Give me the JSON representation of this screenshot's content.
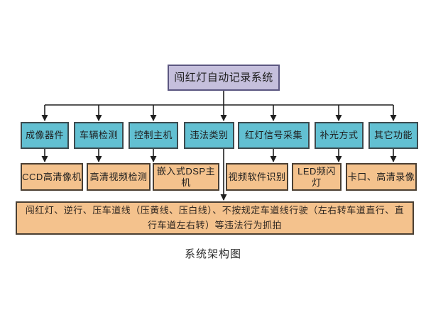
{
  "diagram": {
    "caption": "系统架构图",
    "root": "闯红灯自动记录系统",
    "level2": [
      "成像器件",
      "车辆检测",
      "控制主机",
      "违法类别",
      "红灯信号采集",
      "补光方式",
      "其它功能"
    ],
    "level3": [
      "CCD高清像机",
      "高清视频检测",
      "嵌入式DSP主机",
      "视频软件识别",
      "LED频闪灯",
      "卡口、高清录像"
    ],
    "bottom": "闯红灯、逆行、压车道线（压黄线、压白线）、不按规定车道线行驶（左右转车道直行、直行车道左右转）等违法行为抓拍",
    "edges": [
      {
        "from": "闯红灯自动记录系统",
        "to": "成像器件"
      },
      {
        "from": "闯红灯自动记录系统",
        "to": "车辆检测"
      },
      {
        "from": "闯红灯自动记录系统",
        "to": "控制主机"
      },
      {
        "from": "闯红灯自动记录系统",
        "to": "违法类别"
      },
      {
        "from": "闯红灯自动记录系统",
        "to": "红灯信号采集"
      },
      {
        "from": "闯红灯自动记录系统",
        "to": "补光方式"
      },
      {
        "from": "闯红灯自动记录系统",
        "to": "其它功能"
      },
      {
        "from": "成像器件",
        "to": "CCD高清像机"
      },
      {
        "from": "车辆检测",
        "to": "高清视频检测"
      },
      {
        "from": "控制主机",
        "to": "嵌入式DSP主机"
      },
      {
        "from": "红灯信号采集",
        "to": "视频软件识别"
      },
      {
        "from": "补光方式",
        "to": "LED频闪灯"
      },
      {
        "from": "其它功能",
        "to": "卡口、高清录像"
      },
      {
        "from": "违法类别",
        "to": "闯红灯、逆行、压车道线（压黄线、压白线）、不按规定车道线行驶（左右转车道直行、直行车道左右转）等违法行为抓拍"
      }
    ]
  },
  "colors": {
    "root_fill": "#c5bfdc",
    "root_border": "#5b5680",
    "level2_fill": "#62c0d2",
    "level3_fill": "#f4c28d",
    "box_border_dark": "#3c4a4e",
    "box_border_brown": "#4a3f33",
    "line": "#1f1f1f",
    "text": "#1d1d1d",
    "background": "#ffffff"
  }
}
